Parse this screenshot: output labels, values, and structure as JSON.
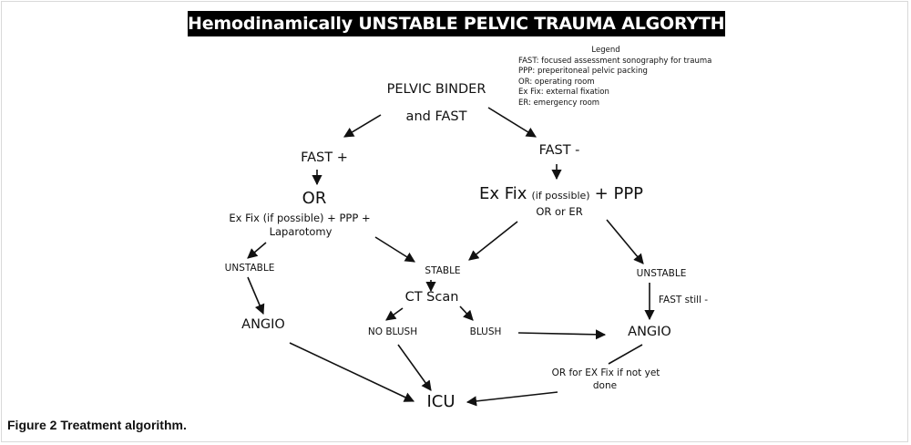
{
  "title": "Hemodinamically UNSTABLE PELVIC TRAUMA ALGORYTHM",
  "legend": {
    "title": "Legend",
    "items": [
      "FAST: focused assessment sonography for trauma",
      "PPP: preperitoneal pelvic packing",
      "OR: operating room",
      "Ex Fix: external fixation",
      "ER: emergency room"
    ]
  },
  "nodes": {
    "start_line1": "PELVIC BINDER",
    "start_line2": "and FAST",
    "fast_pos": "FAST +",
    "fast_neg": "FAST -",
    "or_left": "OR",
    "left_proc_line1": "Ex Fix (if possible) + PPP +",
    "left_proc_line2": "Laparotomy",
    "right_exfix": "Ex Fix",
    "right_if_possible": "(if possible)",
    "right_ppp": "+ PPP",
    "right_or_er": "OR or ER",
    "unstable_left": "UNSTABLE",
    "stable": "STABLE",
    "unstable_right": "UNSTABLE",
    "angio_left": "ANGIO",
    "ct_scan": "CT Scan",
    "fast_still": "FAST still -",
    "no_blush": "NO BLUSH",
    "blush": "BLUSH",
    "angio_right": "ANGIO",
    "or_exfix_line1": "OR for EX Fix if not yet",
    "or_exfix_line2": "done",
    "icu": "ICU"
  },
  "caption": {
    "label": "Figure 2",
    "text": "Treatment algorithm."
  }
}
